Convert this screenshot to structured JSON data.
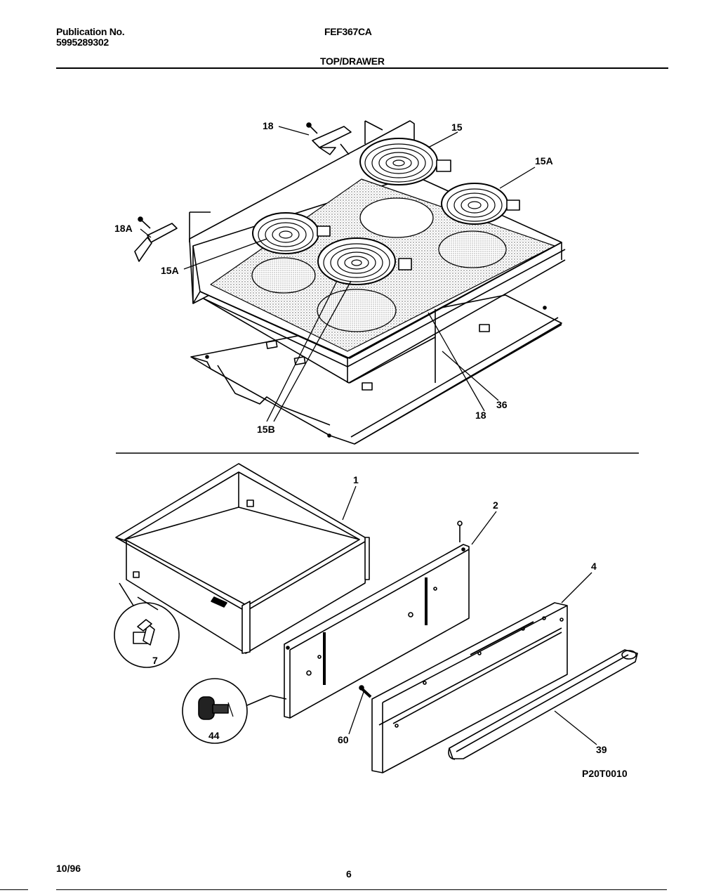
{
  "header": {
    "publication_label": "Publication No.",
    "publication_number": "5995289302",
    "model": "FEF367CA",
    "section_title": "TOP/DRAWER"
  },
  "callouts": {
    "c18_top": "18",
    "c15": "15",
    "c15A_right": "15A",
    "c18A": "18A",
    "c15A_left": "15A",
    "c15B": "15B",
    "c18_bottom": "18",
    "c36": "36",
    "c1": "1",
    "c2": "2",
    "c4": "4",
    "c7": "7",
    "c44": "44",
    "c60": "60",
    "c39": "39"
  },
  "figure_code": "P20T0010",
  "footer": {
    "date": "10/96",
    "page": "6"
  }
}
